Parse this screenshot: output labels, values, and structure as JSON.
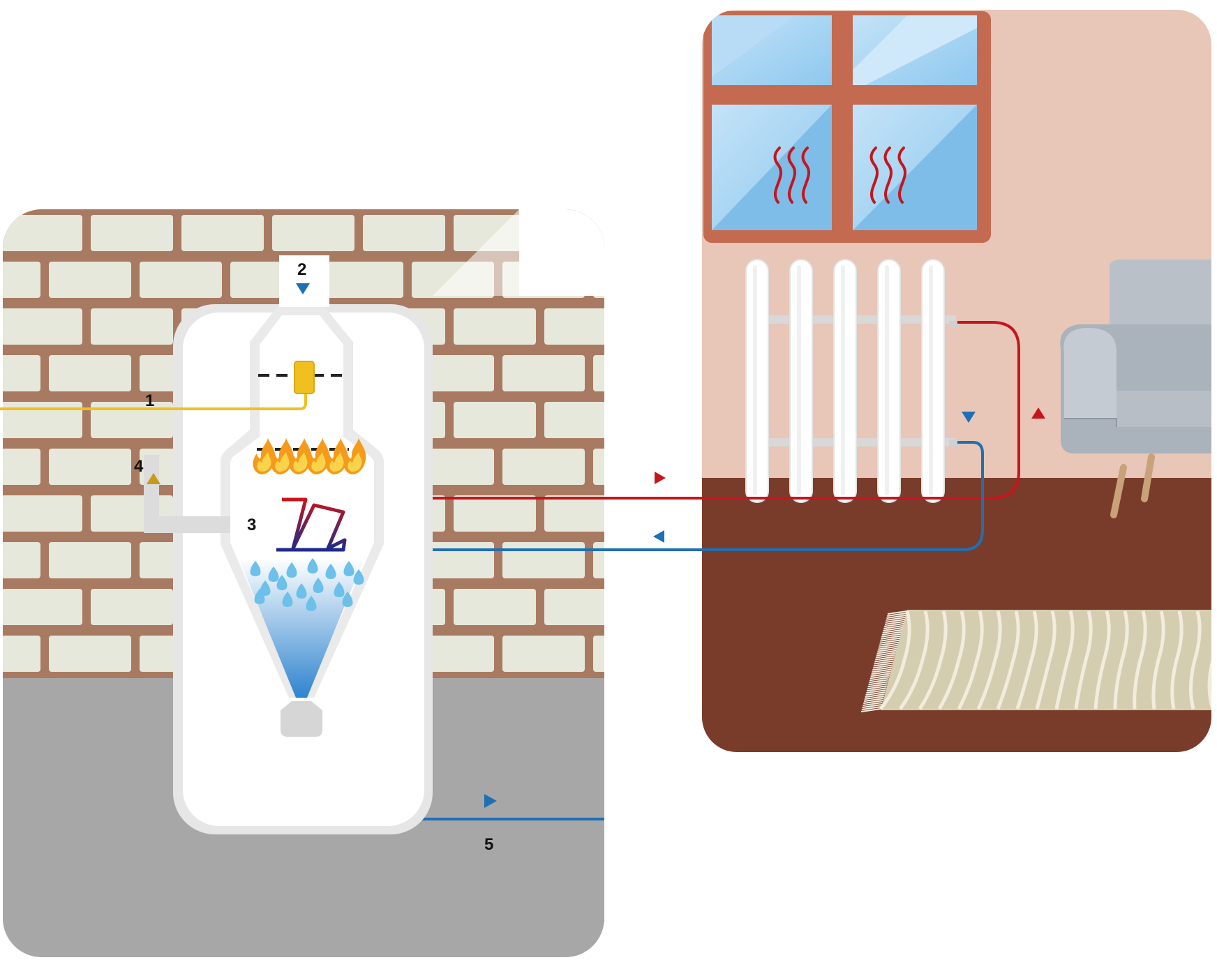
{
  "labels": {
    "gas_inlet": "1",
    "air_inlet": "2",
    "heat_exchanger": "3",
    "flue_outlet": "4",
    "condensate_drain": "5"
  },
  "icons": {
    "boiler": "condensing-boiler-icon",
    "radiator": "radiator-icon",
    "window": "window-icon",
    "armchair": "armchair-icon",
    "rug": "rug-icon",
    "flames": "flame-icon",
    "droplets": "water-droplet-icon",
    "heat_waves": "heat-wave-icon"
  },
  "colors": {
    "hot_pipe": "#c4161c",
    "cold_pipe": "#1f6fb4",
    "gas_pipe": "#f0c020",
    "flue_arrow": "#c99a14",
    "brick_mortar": "#a87a62",
    "brick": "#e6e8dc",
    "room_wall": "#e8c6b8",
    "room_floor": "#7a3c2a",
    "window_frame": "#c46a50",
    "window_glass": "#9fd0f2",
    "basement_floor": "#a5a5a5",
    "armchair": "#b9c0c8",
    "rug": "#d4cdb0"
  }
}
